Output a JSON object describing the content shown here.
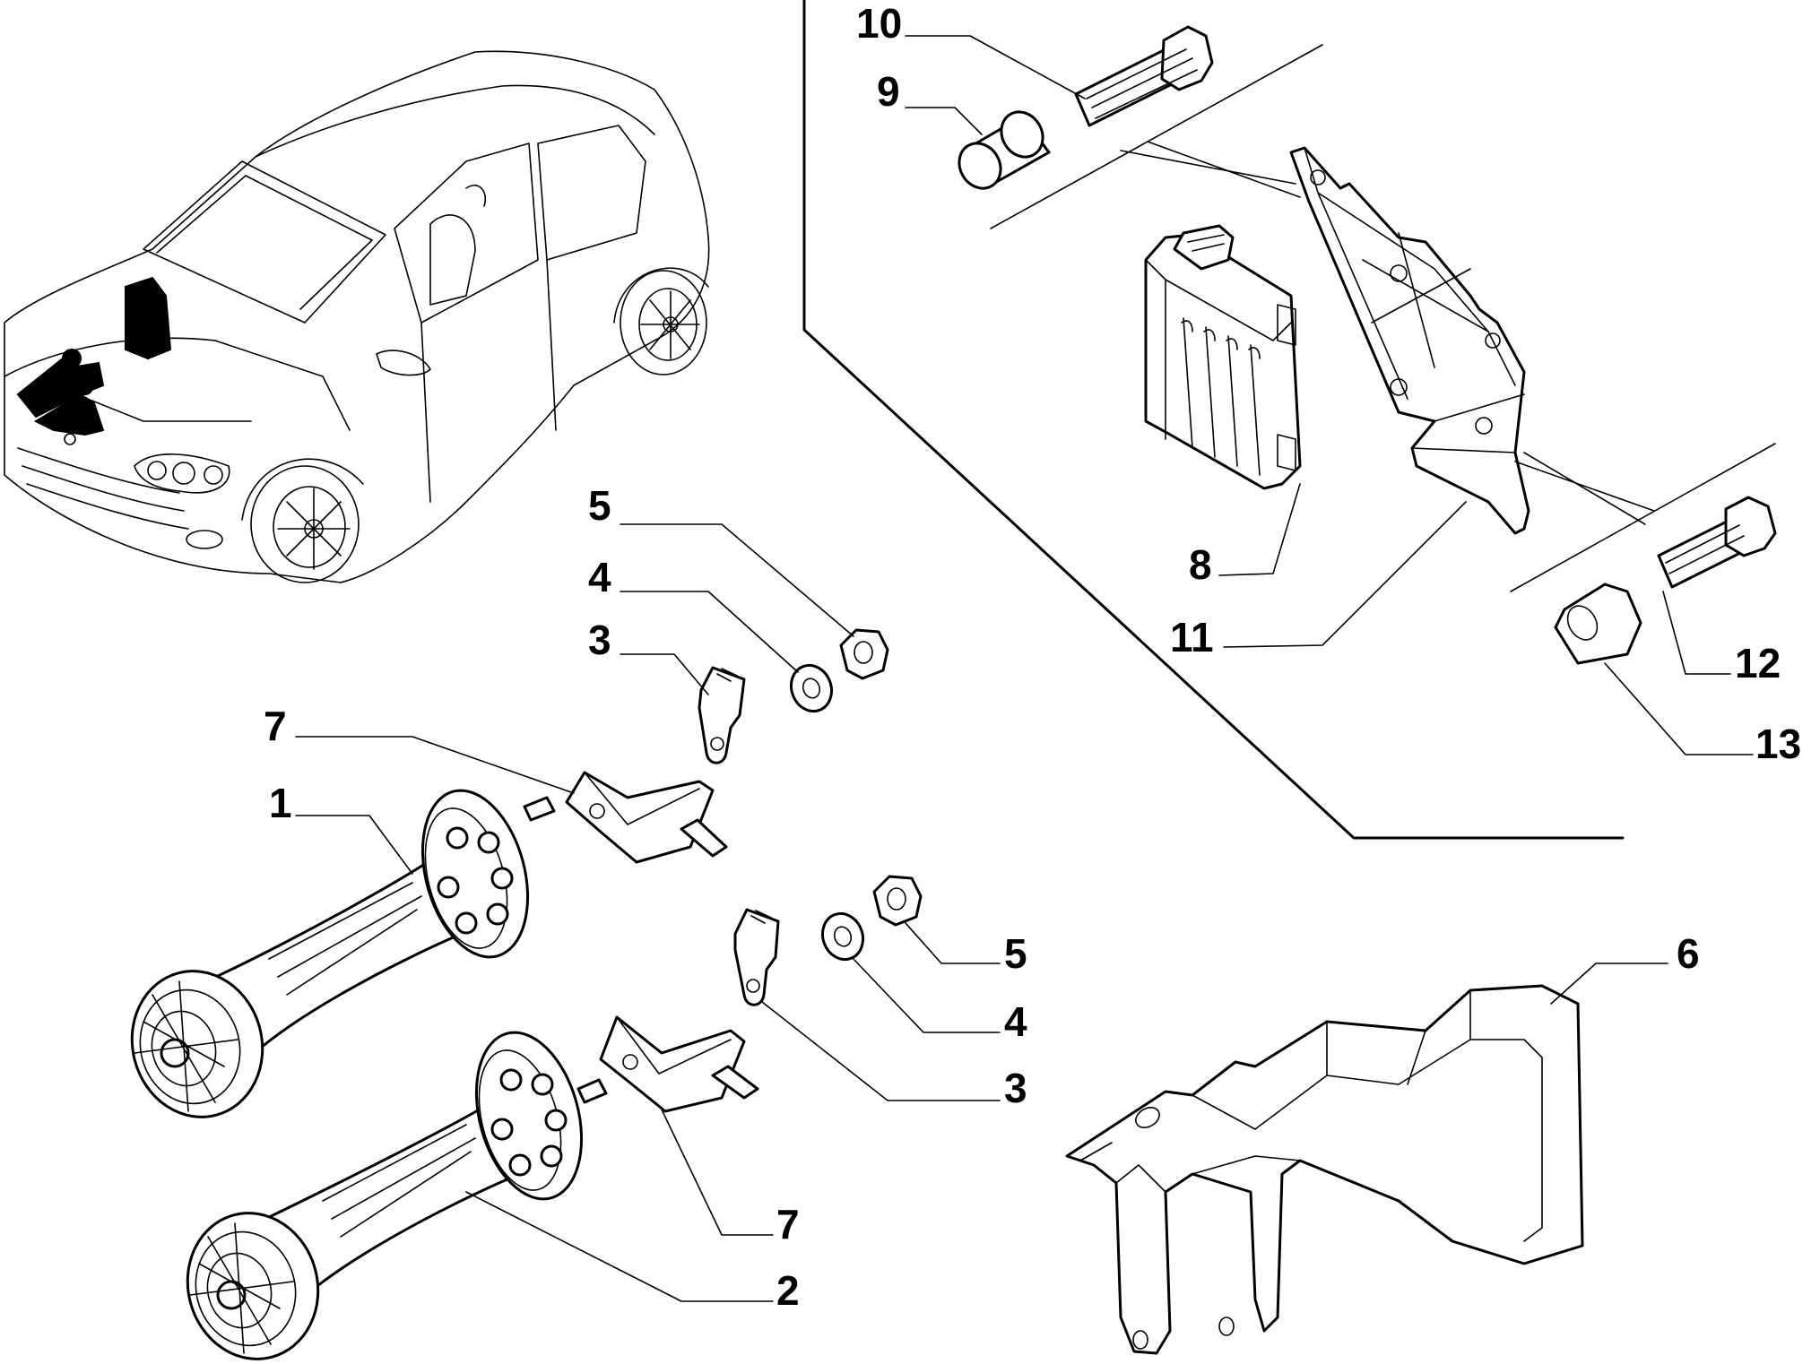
{
  "callouts": [
    {
      "id": "c10",
      "text": "10"
    },
    {
      "id": "c9",
      "text": "9"
    },
    {
      "id": "c8",
      "text": "8"
    },
    {
      "id": "c11",
      "text": "11"
    },
    {
      "id": "c12",
      "text": "12"
    },
    {
      "id": "c13",
      "text": "13"
    },
    {
      "id": "c5a",
      "text": "5"
    },
    {
      "id": "c4a",
      "text": "4"
    },
    {
      "id": "c3a",
      "text": "3"
    },
    {
      "id": "c7a",
      "text": "7"
    },
    {
      "id": "c1",
      "text": "1"
    },
    {
      "id": "c5b",
      "text": "5"
    },
    {
      "id": "c4b",
      "text": "4"
    },
    {
      "id": "c3b",
      "text": "3"
    },
    {
      "id": "c7b",
      "text": "7"
    },
    {
      "id": "c2",
      "text": "2"
    },
    {
      "id": "c6",
      "text": "6"
    }
  ],
  "parts": [
    {
      "id": "horn-high",
      "icon": "horn-icon"
    },
    {
      "id": "horn-low",
      "icon": "horn-icon"
    },
    {
      "id": "terminal",
      "icon": "cable-terminal-icon"
    },
    {
      "id": "washer",
      "icon": "washer-icon"
    },
    {
      "id": "nut",
      "icon": "hex-nut-icon"
    },
    {
      "id": "horn-mount-frame",
      "icon": "bracket-icon"
    },
    {
      "id": "horn-bracket",
      "icon": "bracket-icon"
    },
    {
      "id": "control-unit",
      "icon": "control-unit-icon"
    },
    {
      "id": "spacer",
      "icon": "spacer-icon"
    },
    {
      "id": "bolt",
      "icon": "bolt-icon"
    },
    {
      "id": "support-plate",
      "icon": "mounting-plate-icon"
    }
  ]
}
